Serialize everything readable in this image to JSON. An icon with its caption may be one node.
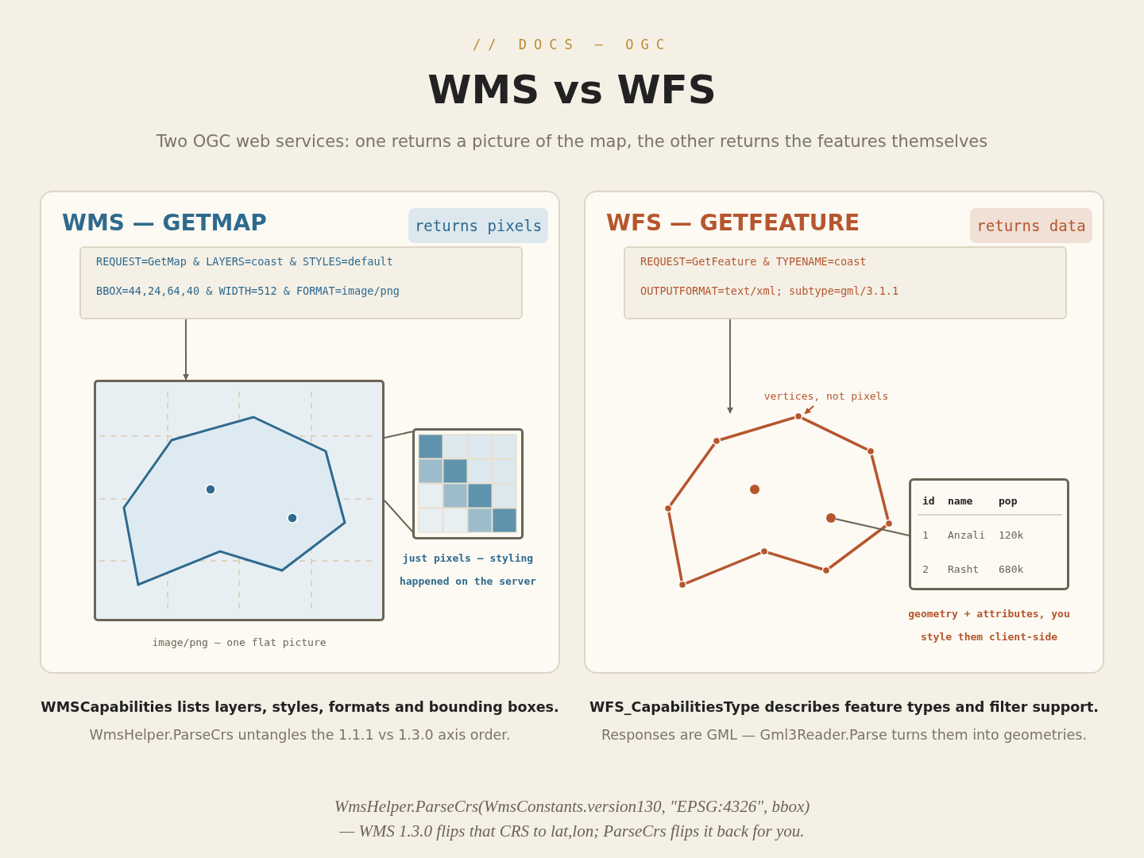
{
  "diagram": {
    "title": "WMS vs WFS",
    "nodes": [
      {
        "text": [
          "WMS — GETMAP"
        ]
      },
      {
        "text": [
          "returns pixels"
        ],
        "in": 0
      },
      {
        "text": [
          "REQUEST=GetMap & LAYERS=coast & STYLES=default",
          "BBOX=44,24,64,40 & WIDTH=512 & FORMAT=image/png"
        ],
        "in": 0
      },
      {
        "text": [],
        "shape": "box",
        "in": 0,
        "beside": [
          "image/png — one flat picture"
        ]
      },
      {
        "text": [],
        "shape": "box",
        "in": 0,
        "beside": [
          "just pixels — styling happened on the server"
        ]
      },
      {
        "text": [
          "WFS — GETFEATURE"
        ]
      },
      {
        "text": [
          "returns data"
        ],
        "in": 5
      },
      {
        "text": [
          "REQUEST=GetFeature & TYPENAME=coast",
          "OUTPUTFORMAT=text/xml; subtype=gml/3.1.1"
        ],
        "in": 5
      },
      {
        "text": [],
        "shape": "polygon",
        "in": 5
      },
      {
        "text": [
          "id",
          "name",
          "pop",
          "1",
          "Anzali",
          "120k",
          "2",
          "Rasht",
          "680k"
        ],
        "in": 5,
        "beside": [
          "geometry + attributes, you style them client-side"
        ]
      },
      {
        "text": [
          "vertices, not pixels"
        ],
        "in": 5
      },
      {
        "text": [],
        "shape": "circle",
        "in": 8
      }
    ],
    "edges": [
      {
        "from": 2,
        "to": 3,
        "arrow": "to"
      },
      {
        "from": 3,
        "to": 4,
        "arrow": "none"
      },
      {
        "from": 3,
        "to": 4,
        "arrow": "none"
      },
      {
        "from": 7,
        "to": 8,
        "arrow": "to"
      },
      {
        "from": 10,
        "to": 8,
        "arrow": "to",
        "color": "#b5562f"
      },
      {
        "from": 11,
        "to": 9,
        "arrow": "none"
      }
    ],
    "labels": [
      "// DOCS — OGC",
      "Two OGC web services: one returns a picture of the map, the other returns the features themselves",
      "WMSCapabilities lists layers, styles, formats and bounding boxes.",
      "WmsHelper.ParseCrs untangles the 1.1.1 vs 1.3.0 axis order.",
      "WFS_CapabilitiesType describes feature types and filter support.",
      "Responses are GML — Gml3Reader.Parse turns them into geometries.",
      "WmsHelper.ParseCrs(WmsConstants.version130, \"EPSG:4326\", bbox) — WMS 1.3.0 flips that CRS to lat,lon; ParseCrs flips it back for you."
    ]
  }
}
